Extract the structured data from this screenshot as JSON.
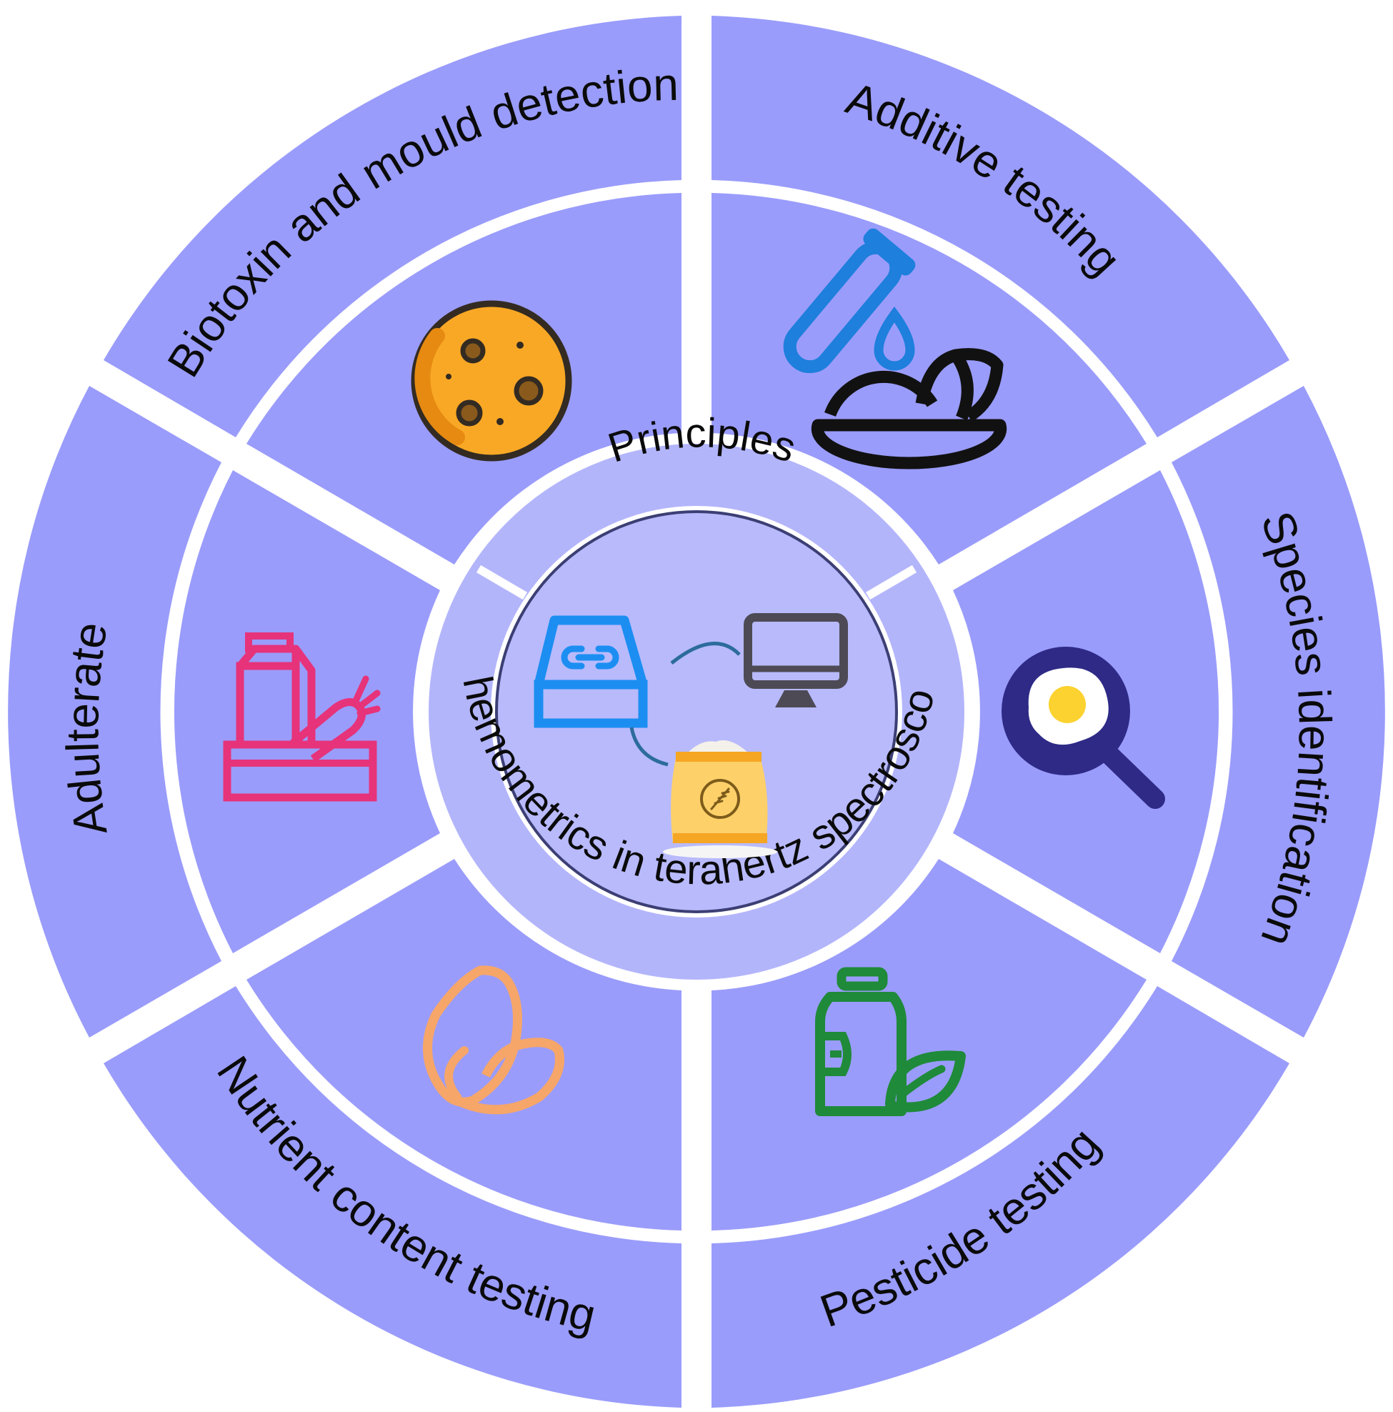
{
  "segments": [
    {
      "label": "Biotoxin and mould detection",
      "icon": "mould-petri-dish-icon"
    },
    {
      "label": "Additive testing",
      "icon": "test-tube-food-bowl-icon"
    },
    {
      "label": "Species identification",
      "icon": "fried-egg-pan-icon"
    },
    {
      "label": "Pesticide testing",
      "icon": "pesticide-bottle-leaf-icon"
    },
    {
      "label": "Nutrient content testing",
      "icon": "almond-nuts-icon"
    },
    {
      "label": "Adulterate",
      "icon": "milk-carrot-box-icon"
    }
  ],
  "center": {
    "top_label": "Principles",
    "bottom_label": "Chemometrics in terahertz spectroscopy",
    "icons": [
      "thz-spectrometer-icon",
      "computer-monitor-icon",
      "grain-sack-icon"
    ]
  },
  "colors": {
    "outer_ring": "#9a9cfb",
    "inner_ring": "#9a9cfb",
    "center_ring": "#b3b5fb",
    "center_disc": "#b8bafc",
    "border": "#ffffff",
    "text": "#0a0a0a",
    "mould": "#f9a825",
    "test_tube": "#1e7fdc",
    "pan": "#2e2a86",
    "yolk": "#fbd22f",
    "pesticide": "#1f8a3a",
    "almond": "#f6a669",
    "milk_box": "#e6337a",
    "spectrometer": "#1c8ef2",
    "monitor": "#4d4a55",
    "sack": "#fdd06a"
  }
}
